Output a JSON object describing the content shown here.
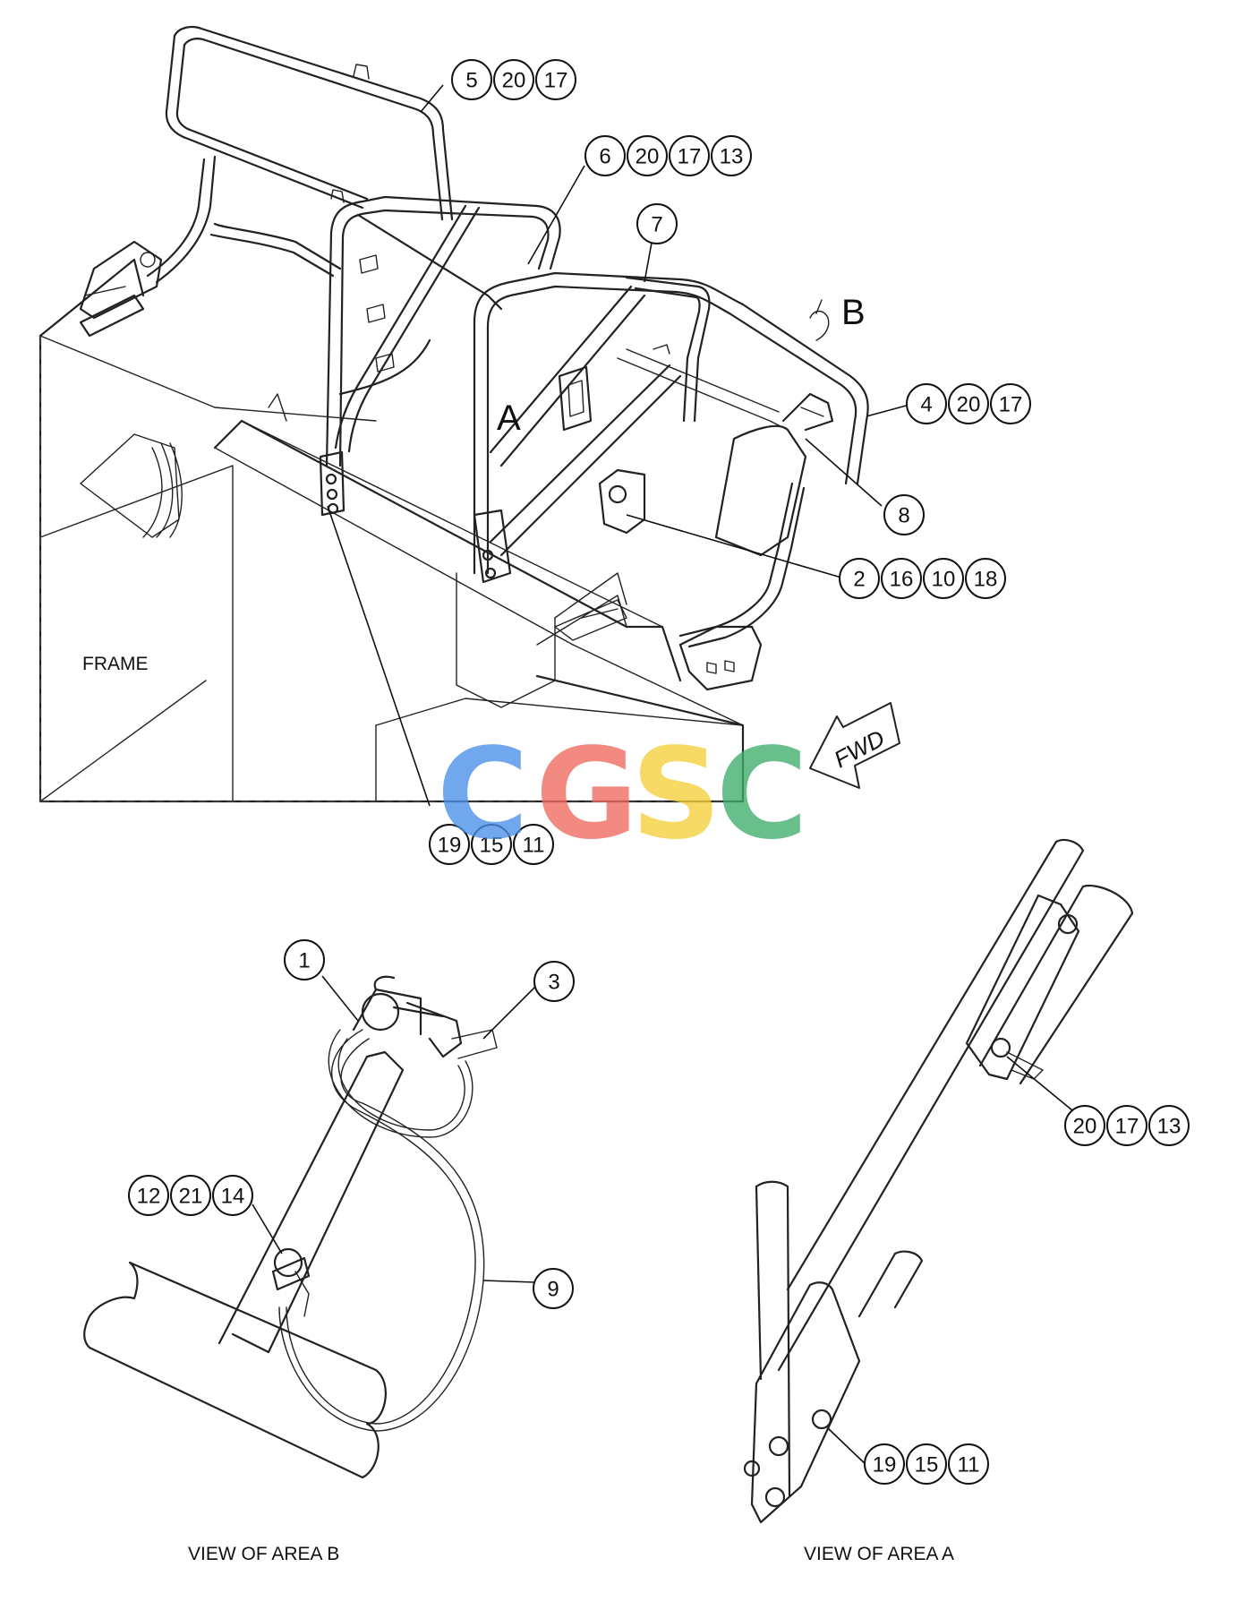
{
  "labels": {
    "frame": "FRAME",
    "area_a": "A",
    "area_b": "B",
    "fwd": "FWD",
    "view_b": "VIEW OF AREA B",
    "view_a": "VIEW OF AREA A"
  },
  "callouts": {
    "top_left": [
      "5",
      "20",
      "17"
    ],
    "center_top": [
      "6",
      "20",
      "17",
      "13"
    ],
    "center": [
      "7"
    ],
    "right_upper": [
      "4",
      "20",
      "17"
    ],
    "right_mid": [
      "8"
    ],
    "right_lower": [
      "2",
      "16",
      "10",
      "18"
    ],
    "bottom_main": [
      "19",
      "15",
      "11"
    ],
    "viewb_1": [
      "1"
    ],
    "viewb_3": [
      "3"
    ],
    "viewb_left": [
      "12",
      "21",
      "14"
    ],
    "viewb_9": [
      "9"
    ],
    "viewa_top": [
      "20",
      "17",
      "13"
    ],
    "viewa_bottom": [
      "19",
      "15",
      "11"
    ]
  },
  "watermark": {
    "letters": [
      "C",
      "G",
      "S",
      "C"
    ],
    "colors": [
      "#4a8fe8",
      "#ef6a5e",
      "#f6cf3a",
      "#3fae6b"
    ]
  }
}
